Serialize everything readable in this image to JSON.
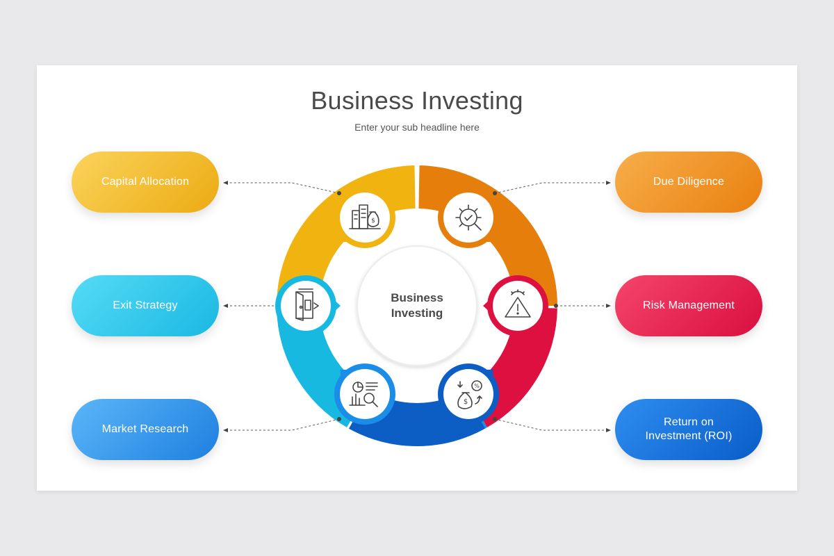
{
  "slide": {
    "title": "Business Investing",
    "subtitle": "Enter your sub headline here"
  },
  "center": {
    "line1": "Business",
    "line2": "Investing"
  },
  "segments": [
    {
      "label": "Capital Allocation",
      "color": "#f0b310",
      "icon": "city-money-bag-icon"
    },
    {
      "label": "Exit Strategy",
      "color": "#18b9e0",
      "icon": "exit-door-icon"
    },
    {
      "label": "Market Research",
      "color": "#1a8de8",
      "icon": "chart-magnifier-icon"
    },
    {
      "label": "Due Diligence",
      "color": "#e67e0c",
      "icon": "gear-check-magnifier-icon"
    },
    {
      "label": "Risk Management",
      "color": "#dd1040",
      "icon": "warning-gear-icon"
    },
    {
      "label": "Return on\nInvestment (ROI)",
      "color": "#0c5dc4",
      "icon": "money-bag-percent-icon"
    }
  ]
}
